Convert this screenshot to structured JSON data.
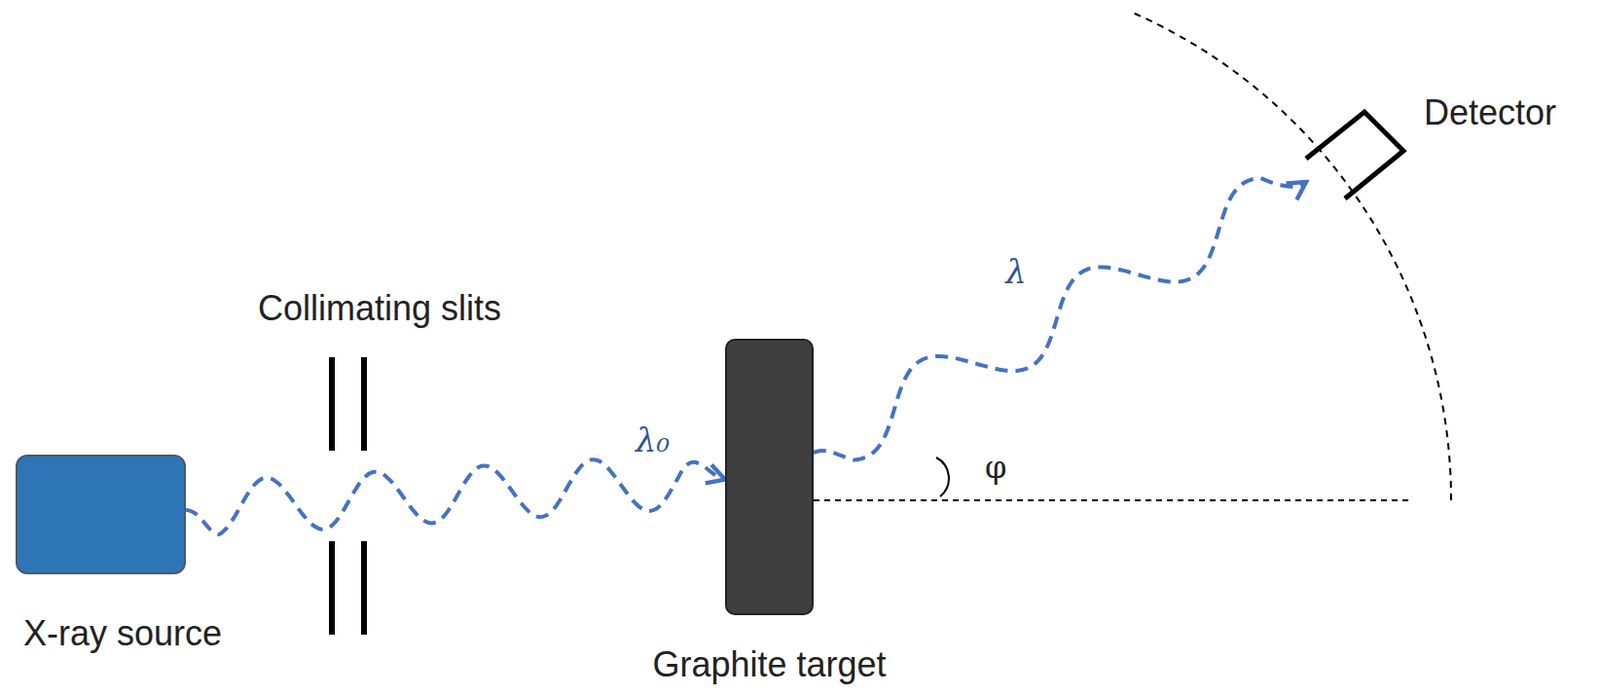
{
  "diagram": {
    "nodes": [
      {
        "text": [
          "X-ray source"
        ]
      },
      {
        "text": [
          "Graphite target"
        ]
      },
      {
        "text": [
          "Detector"
        ]
      }
    ],
    "edges": [
      {
        "from": 0,
        "to": 1,
        "arrow": "to",
        "label": "λ₀"
      },
      {
        "from": 1,
        "to": 2,
        "arrow": "to",
        "label": "λ"
      }
    ],
    "labels": [
      "Collimating slits",
      "φ"
    ]
  }
}
